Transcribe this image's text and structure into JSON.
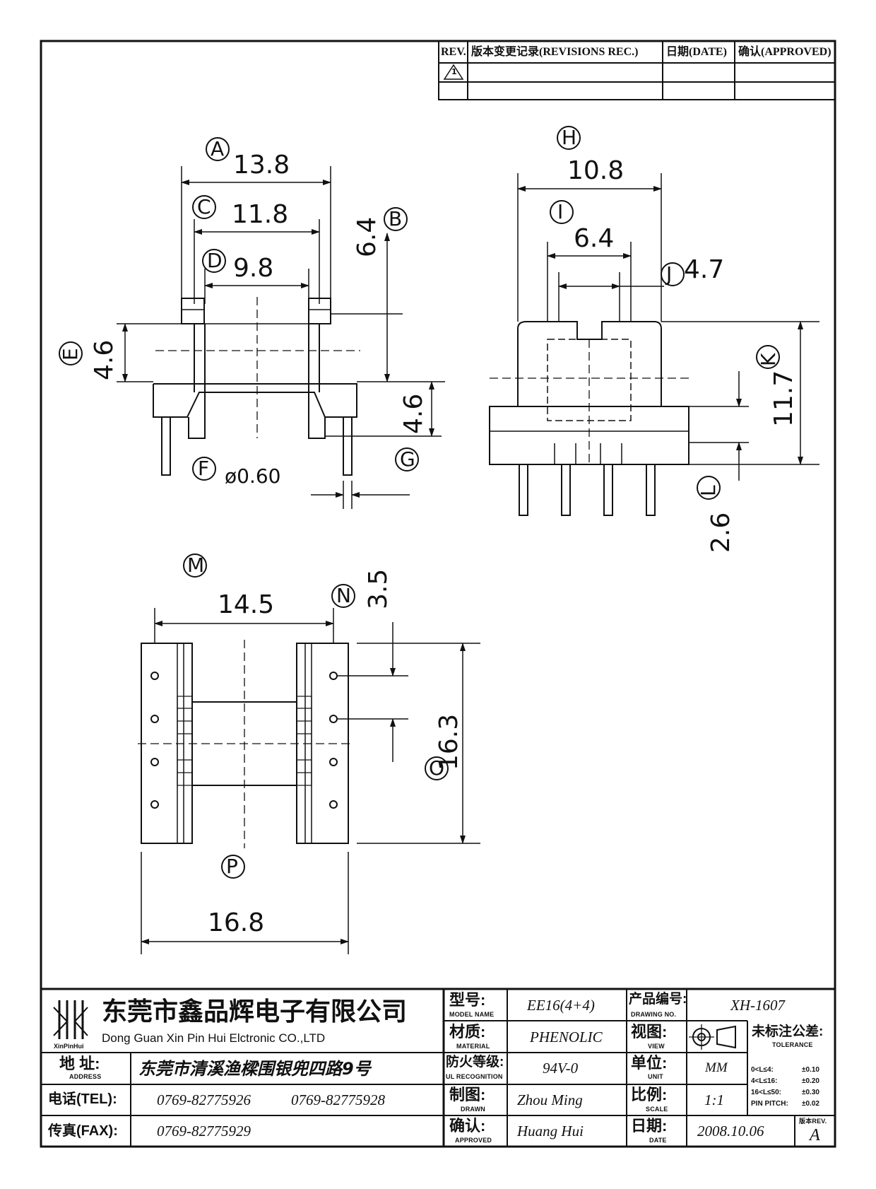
{
  "revisions": {
    "headers": {
      "rev": "REV.",
      "record": "版本变更记录(REVISIONS REC.)",
      "date": "日期(DATE)",
      "approved": "确认(APPROVED)"
    },
    "marker": "1"
  },
  "dimensions": {
    "A": {
      "label": "A",
      "value": "13.8"
    },
    "B": {
      "label": "B",
      "value": "6.4"
    },
    "C": {
      "label": "C",
      "value": "11.8"
    },
    "D": {
      "label": "D",
      "value": "9.8"
    },
    "E": {
      "label": "E",
      "value": "4.6"
    },
    "F": {
      "label": "F",
      "value": "ø0.60"
    },
    "G": {
      "label": "G",
      "value": "4.6"
    },
    "H": {
      "label": "H",
      "value": "10.8"
    },
    "I": {
      "label": "I",
      "value": "6.4"
    },
    "J": {
      "label": "J",
      "value": "4.7"
    },
    "K": {
      "label": "K",
      "value": "11.7"
    },
    "L": {
      "label": "L",
      "value": "2.6"
    },
    "M": {
      "label": "M",
      "value": "14.5"
    },
    "N": {
      "label": "N",
      "value": "3.5"
    },
    "O": {
      "label": "O",
      "value": "16.3"
    },
    "P": {
      "label": "P",
      "value": "16.8"
    }
  },
  "title_block": {
    "company_cn": "东莞市鑫品辉电子有限公司",
    "company_en": "Dong Guan Xin Pin Hui Elctronic CO.,LTD",
    "logo_text": "XinPinHui",
    "address_label": "地  址:",
    "address_sub": "ADDRESS",
    "address": "东莞市清溪渔樑围银兜四路9号",
    "tel_label": "电话(TEL):",
    "tel1": "0769-82775926",
    "tel2": "0769-82775928",
    "fax_label": "传真(FAX):",
    "fax": "0769-82775929",
    "model_label": "型号:",
    "model_sub": "MODEL NAME",
    "model": "EE16(4+4)",
    "material_label": "材质:",
    "material_sub": "MATERIAL",
    "material": "PHENOLIC",
    "flame_label": "防火等级:",
    "flame_sub": "UL RECOGNITION",
    "flame": "94V-0",
    "drawn_label": "制图:",
    "drawn_sub": "DRAWN",
    "drawn": "Zhou Ming",
    "approved_label": "确认:",
    "approved_sub": "APPROVED",
    "approved": "Huang Hui",
    "drawing_no_label": "产品编号:",
    "drawing_no_sub": "DRAWING NO.",
    "drawing_no": "XH-1607",
    "view_label": "视图:",
    "view_sub": "VIEW",
    "unit_label": "单位:",
    "unit_sub": "UNIT",
    "unit": "MM",
    "scale_label": "比例:",
    "scale_sub": "SCALE",
    "scale": "1:1",
    "date_label": "日期:",
    "date_sub": "DATE",
    "date": "2008.10.06",
    "tolerance_label": "未标注公差:",
    "tolerance_sub": "TOLERANCE",
    "tolerances": [
      {
        "range": "0<L≤4:",
        "value": "±0.10"
      },
      {
        "range": "4<L≤16:",
        "value": "±0.20"
      },
      {
        "range": "16<L≤50:",
        "value": "±0.30"
      },
      {
        "range": "PIN PITCH:",
        "value": "±0.02"
      }
    ],
    "rev_label": "版本REV.",
    "rev": "A"
  }
}
